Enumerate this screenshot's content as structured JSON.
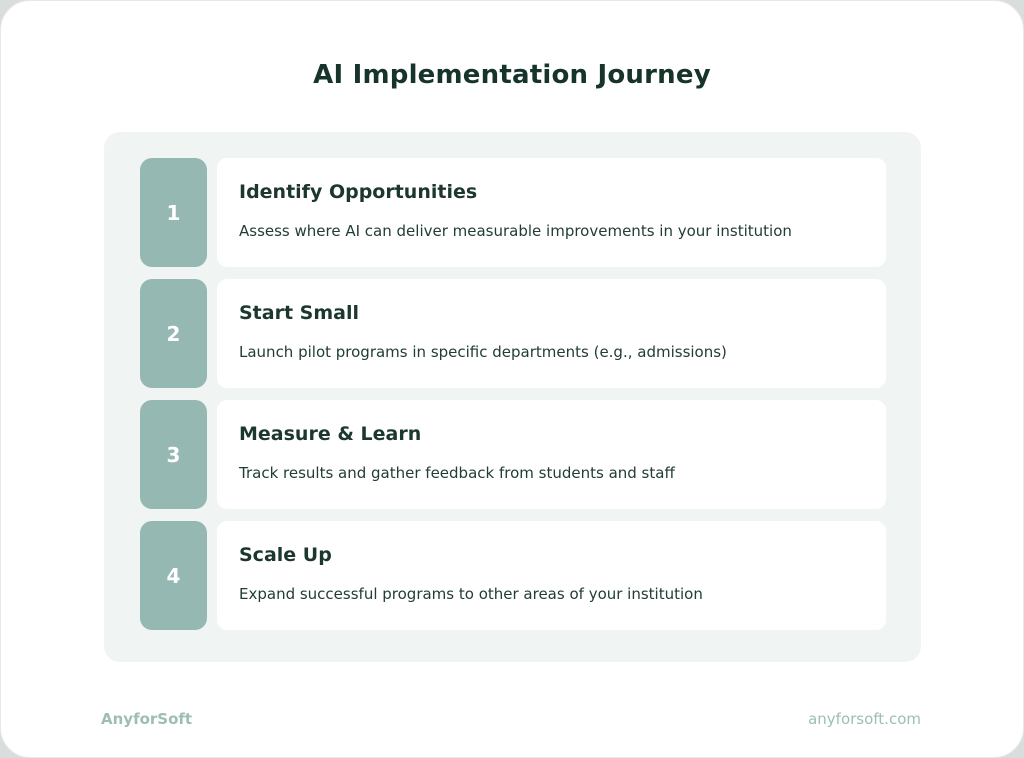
{
  "page": {
    "title": "AI Implementation Journey",
    "brand": "AnyforSoft",
    "website": "anyforsoft.com"
  },
  "steps": [
    {
      "number": "1",
      "title": "Identify Opportunities",
      "description": "Assess where AI can deliver measurable improvements in your institution"
    },
    {
      "number": "2",
      "title": "Start Small",
      "description": "Launch pilot programs in specific departments (e.g., admissions)"
    },
    {
      "number": "3",
      "title": "Measure & Learn",
      "description": "Track results and gather feedback from students and staff"
    },
    {
      "number": "4",
      "title": "Scale Up",
      "description": "Expand successful programs to other areas of your institution"
    }
  ],
  "colors": {
    "accent": "#95b8b2",
    "panel_bg": "#f0f4f2",
    "card_bg": "#ffffff",
    "heading_text": "#16332c",
    "body_text": "#223d36",
    "footer_text": "#9cbeb6"
  }
}
